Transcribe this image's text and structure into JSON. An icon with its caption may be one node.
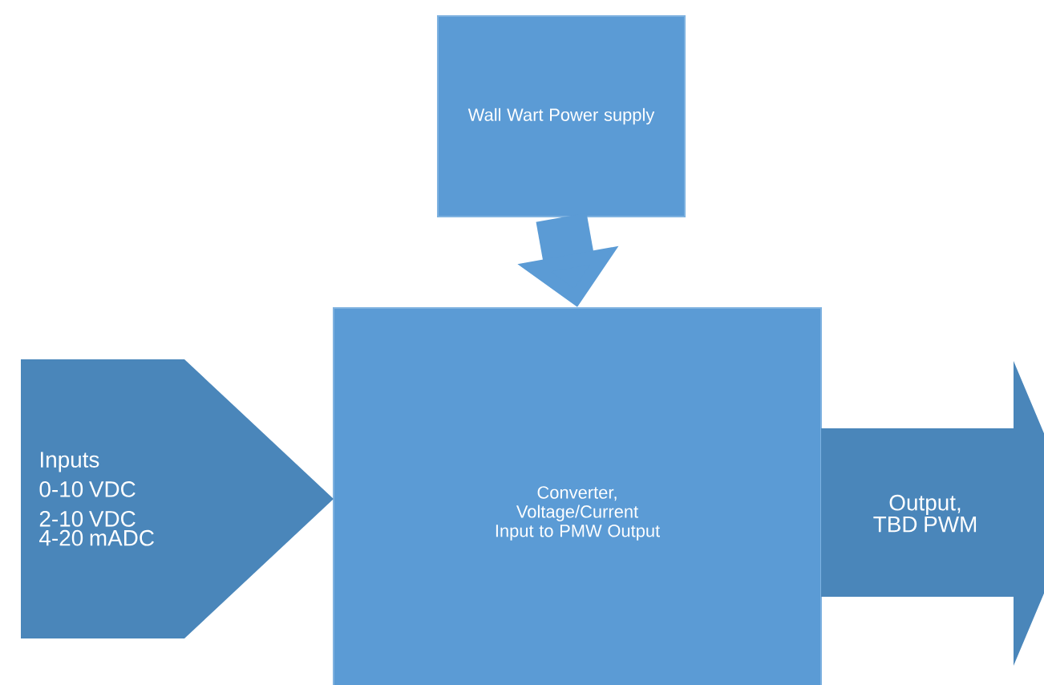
{
  "diagram": {
    "nodes": [
      {
        "text": [
          "Wall Wart Power supply"
        ]
      },
      {
        "text": [
          "Converter, Voltage/Current Input to PMW Output"
        ]
      },
      {
        "text": [
          "Inputs",
          "0-10 VDC",
          "2-10 VDC",
          "4-20 mADC"
        ]
      },
      {
        "text": [
          "Output, TBD PWM"
        ]
      }
    ],
    "edges": [
      {
        "from": 0,
        "to": 1,
        "arrow": "to"
      }
    ]
  }
}
